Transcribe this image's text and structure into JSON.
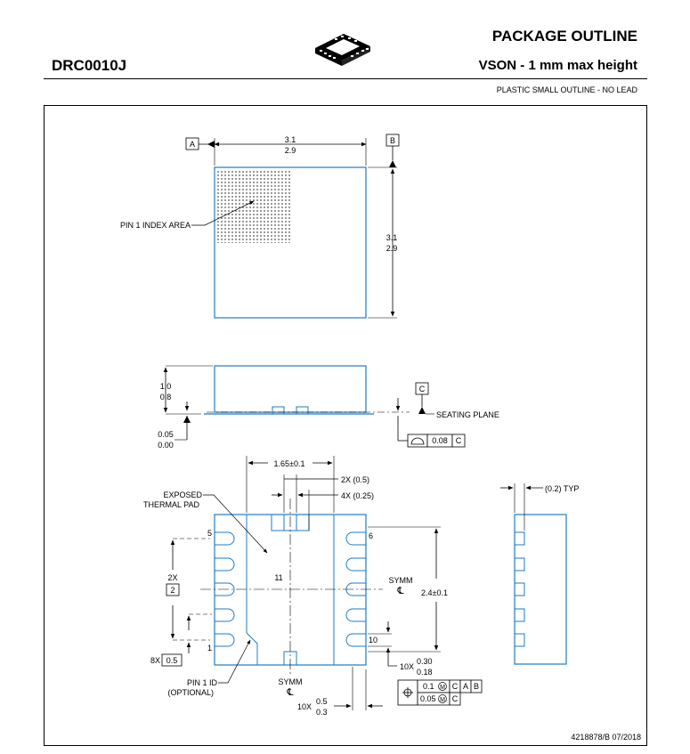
{
  "header": {
    "package_code": "DRC0010J",
    "title": "PACKAGE OUTLINE",
    "subtitle": "VSON - 1 mm max height",
    "description": "PLASTIC SMALL OUTLINE - NO LEAD",
    "document_number": "4218878/B   07/2018"
  },
  "top_view": {
    "datum_a": "A",
    "datum_b": "B",
    "width_max": "3.1",
    "width_min": "2.9",
    "length_max": "3.1",
    "length_min": "2.9",
    "pin1_index_label": "PIN 1 INDEX AREA"
  },
  "side_view": {
    "height_max": "1.0",
    "height_min": "0.8",
    "standoff_max": "0.05",
    "standoff_min": "0.00",
    "datum_c": "C",
    "seating_plane_label": "SEATING PLANE",
    "flatness_value": "0.08",
    "flatness_datum": "C"
  },
  "bottom_view": {
    "exposed_pad_label_1": "EXPOSED",
    "exposed_pad_label_2": "THERMAL PAD",
    "pad_width": "1.65",
    "pad_width_tol": "0.1",
    "pm_symbol": "±",
    "tab_2x_label": "2X (0.5)",
    "tab_4x_label": "4X (0.25)",
    "pin_5": "5",
    "pin_6": "6",
    "pin_1": "1",
    "pin_10": "10",
    "thermal_pad_number": "11",
    "pitch_2x": "2X",
    "pitch_2x_value": "2",
    "pitch_8x": "8X",
    "pitch_8x_value": "0.5",
    "symm_label": "SYMM",
    "centerline_symbol": "℄",
    "pad_length": "2.4",
    "pad_length_tol": "0.1",
    "lead_width_prefix": "10X",
    "lead_width_max": "0.30",
    "lead_width_min": "0.18",
    "lead_length_prefix": "10X",
    "lead_length_max": "0.5",
    "lead_length_min": "0.3",
    "pin1_id_label_1": "PIN 1 ID",
    "pin1_id_label_2": "(OPTIONAL)",
    "pos_tol_1": "0.1",
    "pos_tol_2": "0.05",
    "pos_datum_c": "C",
    "pos_datum_a": "A",
    "pos_datum_b": "B",
    "mmc_symbol": "M",
    "typ_label": "(0.2) TYP"
  },
  "colors": {
    "outline": "#1e7bc4",
    "dimension": "#000000"
  }
}
